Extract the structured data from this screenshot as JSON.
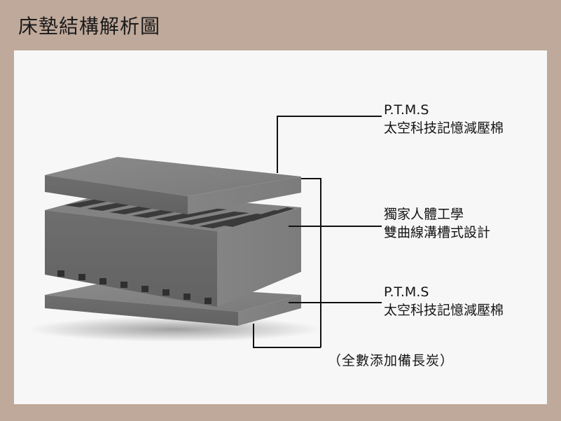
{
  "title": "床墊結構解析圖",
  "layers": {
    "top": {
      "line1": "P.T.M.S",
      "line2": "太空科技記憶減壓棉"
    },
    "middle": {
      "line1": "獨家人體工學",
      "line2": "雙曲線溝槽式設計"
    },
    "bottom": {
      "line1": "P.T.M.S",
      "line2": "太空科技記憶減壓棉"
    }
  },
  "note": "（全數添加備長炭）",
  "colors": {
    "background": "#bfa99b",
    "panel": "#f7f7f7",
    "foam": "#7b7b7b",
    "leader_line": "#111111"
  }
}
